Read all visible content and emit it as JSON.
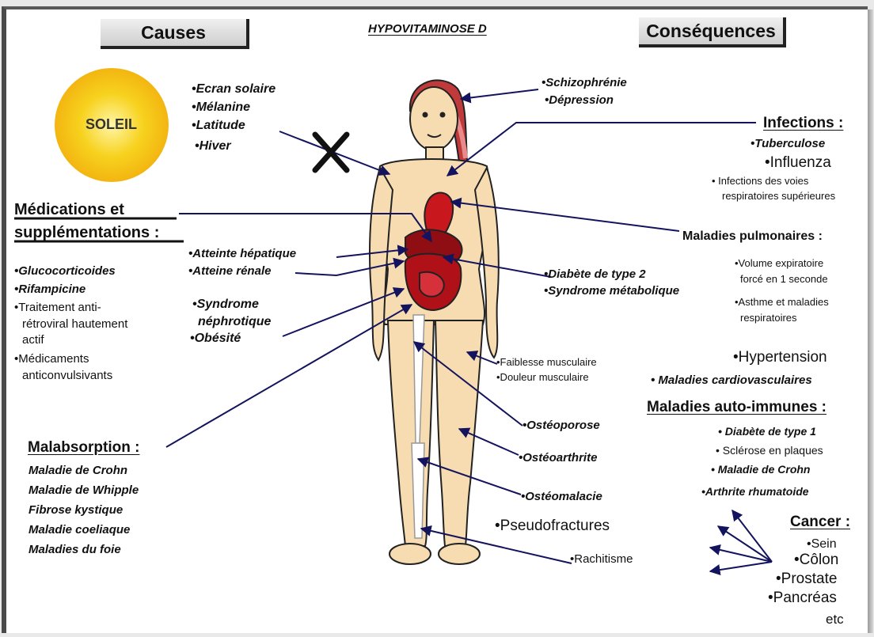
{
  "title": "HYPOVITAMINOSE D",
  "header": {
    "causes": "Causes",
    "consequences": "Conséquences"
  },
  "sun": {
    "label": "SOLEIL",
    "color": "#f7d21e"
  },
  "sun_causes": [
    "•Ecran solaire",
    "•Mélanine",
    "•Latitude",
    "•Hiver"
  ],
  "blocked_symbol": "✕",
  "medications": {
    "heading_line1": "Médications et",
    "heading_line2": "supplémentations :",
    "items": [
      "•Glucocorticoides",
      "•Rifampicine",
      "•Traitement anti-",
      "rétroviral hautement",
      "actif",
      "•Médicaments",
      "anticonvulsivants"
    ]
  },
  "organ_causes": [
    "•Atteinte hépatique",
    "•Atteine rénale",
    "•Syndrome",
    "néphrotique",
    "•Obésité"
  ],
  "malabsorption": {
    "heading": "Malabsorption :",
    "items": [
      "Maladie de Crohn",
      "Maladie de Whipple",
      "Fibrose kystique",
      "Maladie coeliaque",
      "Maladies du foie"
    ]
  },
  "mental": [
    "•Schizophrénie",
    "•Dépression"
  ],
  "infections": {
    "heading": "Infections :",
    "items": [
      "•Tuberculose",
      "•Influenza",
      "• Infections des voies",
      "respiratoires supérieures"
    ]
  },
  "pulmonary": {
    "heading": "Maladies pulmonaires :",
    "items": [
      "•Volume expiratoire",
      "forcé en 1 seconde",
      "•Asthme et maladies",
      "respiratoires"
    ]
  },
  "metabolic": [
    "•Diabète de type 2",
    "•Syndrome métabolique"
  ],
  "muscle": [
    "•Faiblesse musculaire",
    "•Douleur musculaire"
  ],
  "cardio": [
    "•Hypertension",
    "• Maladies cardiovasculaires"
  ],
  "autoimmune": {
    "heading": "Maladies auto-immunes :",
    "items": [
      "• Diabète de type 1",
      "• Sclérose en plaques",
      "• Maladie de Crohn",
      "•Arthrite rhumatoide"
    ]
  },
  "bone": [
    "•Ostéoporose",
    "•Ostéoarthrite",
    "•Ostéomalacie",
    "•Pseudofractures",
    "•Rachitisme"
  ],
  "cancer": {
    "heading": "Cancer :",
    "items": [
      "•Sein",
      "•Côlon",
      "•Prostate",
      "•Pancréas",
      "etc"
    ]
  },
  "colors": {
    "arrow": "#14145e",
    "skin": "#f6dcb0",
    "hair": "#c0393b",
    "organ": "#c8181e"
  }
}
